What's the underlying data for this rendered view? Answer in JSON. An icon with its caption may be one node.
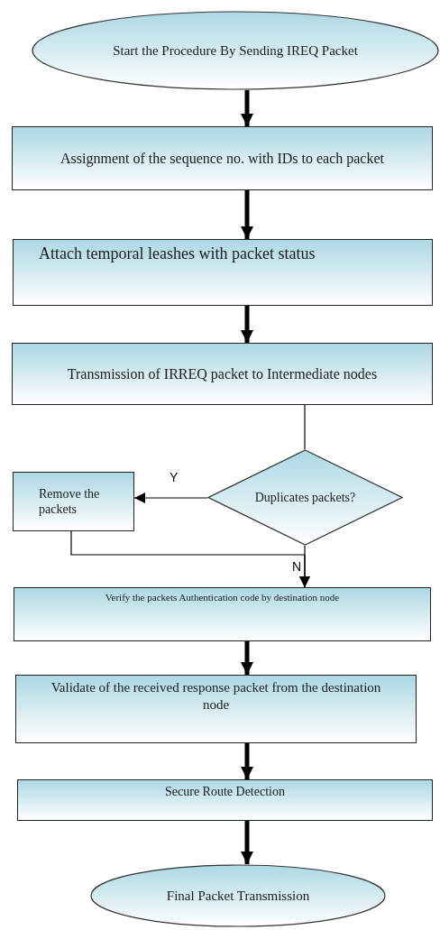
{
  "diagram": {
    "nodes": [
      {
        "text": [
          "Start the Procedure By Sending IREQ Packet"
        ]
      },
      {
        "text": [
          "Assignment of the sequence no. with IDs to each packet"
        ]
      },
      {
        "text": [
          "Attach temporal leashes with packet status"
        ]
      },
      {
        "text": [
          "Transmission of IRREQ packet to Intermediate nodes"
        ]
      },
      {
        "text": [
          "Duplicates packets?"
        ]
      },
      {
        "text": [
          "Remove the packets"
        ]
      },
      {
        "text": [
          "Verify the packets Authentication code by destination node"
        ]
      },
      {
        "text": [
          "Validate of the received response packet from the destination node"
        ]
      },
      {
        "text": [
          "Secure Route Detection"
        ]
      },
      {
        "text": [
          "Final Packet Transmission"
        ]
      }
    ],
    "edges": [
      {
        "from": 0,
        "to": 1,
        "arrow": "to"
      },
      {
        "from": 1,
        "to": 2,
        "arrow": "to"
      },
      {
        "from": 2,
        "to": 3,
        "arrow": "to"
      },
      {
        "from": 3,
        "to": 4,
        "arrow": "none"
      },
      {
        "from": 4,
        "to": 5,
        "arrow": "to",
        "label": "Y"
      },
      {
        "from": 5,
        "to": 6,
        "arrow": "to"
      },
      {
        "from": 4,
        "to": 6,
        "arrow": "to",
        "label": "N"
      },
      {
        "from": 6,
        "to": 7,
        "arrow": "to"
      },
      {
        "from": 7,
        "to": 8,
        "arrow": "to"
      },
      {
        "from": 8,
        "to": 9,
        "arrow": "to"
      }
    ]
  }
}
